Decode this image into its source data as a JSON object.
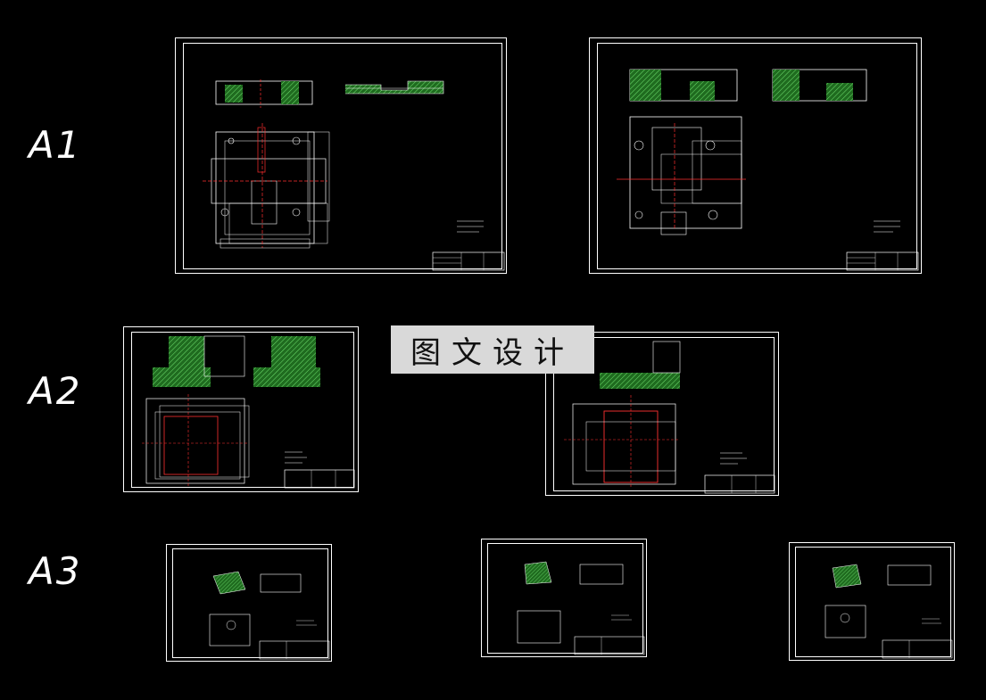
{
  "rows": [
    {
      "label": "A1"
    },
    {
      "label": "A2"
    },
    {
      "label": "A3"
    }
  ],
  "watermark": "图文设计",
  "colors": {
    "background": "#000000",
    "sheet_border": "#ffffff",
    "hatch": "#2e8b2e",
    "hatch_line": "#5fd35f",
    "center_line": "#ff3030",
    "outline": "#ffffff",
    "dim": "#f2f2a0"
  }
}
